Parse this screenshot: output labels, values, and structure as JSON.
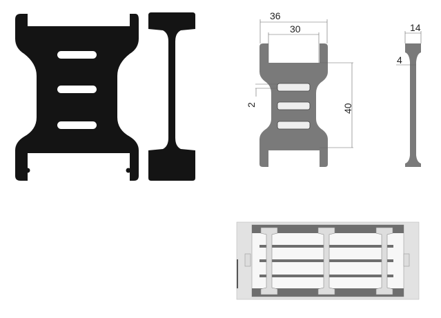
{
  "dimensions": {
    "outer_width": "36",
    "inner_width": "30",
    "slot_height": "2",
    "body_height": "40",
    "flange_width": "14",
    "web_thickness": "4"
  },
  "colors": {
    "solid_part": "#141414",
    "drawing_part": "#7a7a7a",
    "bottom_light": "#e2e2e2",
    "bottom_dark": "#6e6e6e"
  }
}
